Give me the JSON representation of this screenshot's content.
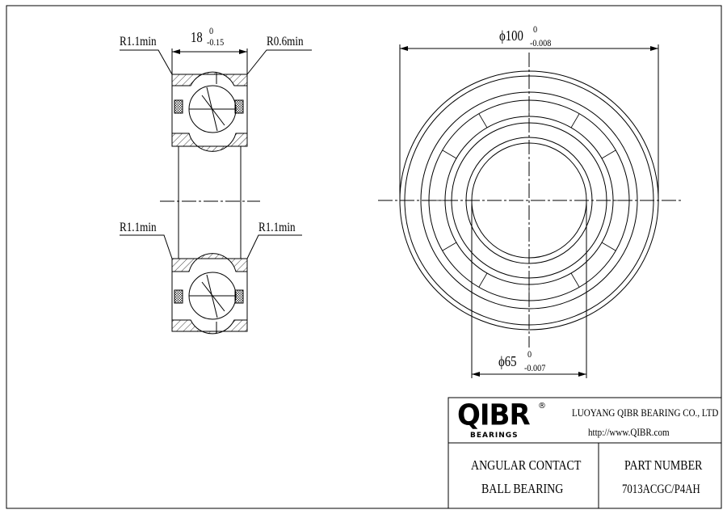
{
  "dimensions": {
    "width_main": "18",
    "width_upper": "0",
    "width_lower": "-0.15",
    "chamfer_outer_top_left": "R1.1min",
    "chamfer_outer_top_right": "R0.6min",
    "chamfer_inner_left": "R1.1min",
    "chamfer_inner_right": "R1.1min",
    "outer_dia_main": "ϕ100",
    "outer_dia_upper": "0",
    "outer_dia_lower": "-0.008",
    "inner_dia_main": "ϕ65",
    "inner_dia_upper": "0",
    "inner_dia_lower": "-0.007"
  },
  "title_block": {
    "logo_text": "QIBR",
    "logo_registered": "®",
    "logo_sub": "BEARINGS",
    "company": "LUOYANG QIBR BEARING CO., LTD",
    "website": "http://www.QIBR.com",
    "description_line1": "ANGULAR CONTACT",
    "description_line2": "BALL BEARING",
    "part_label": "PART  NUMBER",
    "part_number": "7013ACGC/P4AH"
  }
}
